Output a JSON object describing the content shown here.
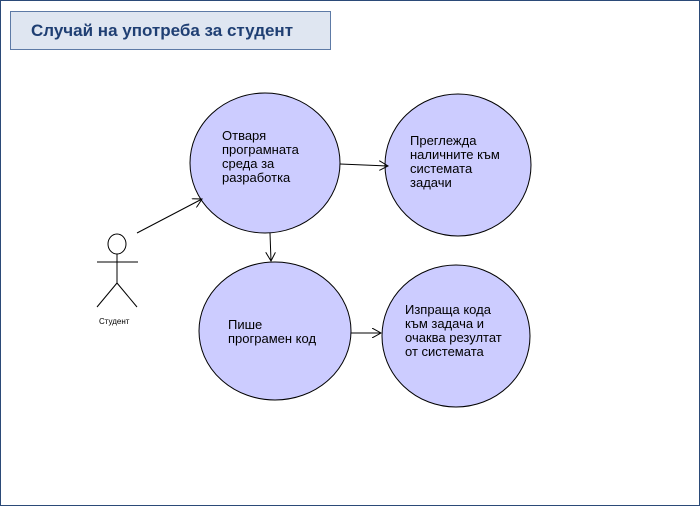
{
  "title": "Случай на употреба за студент",
  "actor": {
    "label": "Студент"
  },
  "use_cases": {
    "open_ide": "Отваря\nпрограмната\nсреда за\nразработка",
    "view_tasks": "Преглежда\nналичните към\nсистемата\nзадачи",
    "write_code": "Пише\nпрограмен код",
    "submit_code": "Изпраща кода\nкъм задача и\nочаква резултат\nот системата"
  },
  "colors": {
    "ellipse_fill": "#ccccff",
    "ellipse_stroke": "#000000",
    "title_bg": "#dfe6f1",
    "title_text": "#1f3f73",
    "frame_border": "#2b4a78"
  }
}
